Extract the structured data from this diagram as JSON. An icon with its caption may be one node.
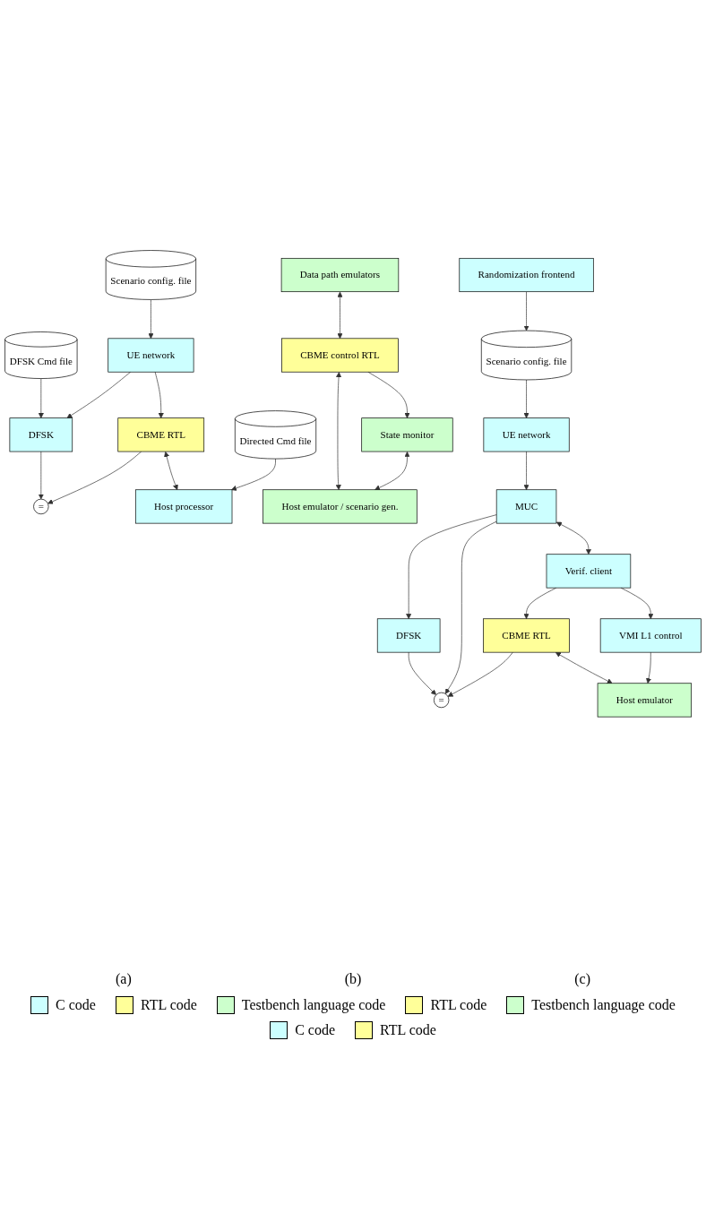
{
  "diagram": {
    "nodes": [
      {
        "text": [
          "DFSK Cmd file"
        ]
      },
      {
        "text": [
          "DFSK"
        ]
      },
      {
        "text": [
          "Scenario config. file"
        ]
      },
      {
        "text": [
          "UE network"
        ]
      },
      {
        "text": [
          "CBME RTL"
        ]
      },
      {
        "text": [
          "="
        ]
      },
      {
        "text": [
          "Host processor"
        ]
      },
      {
        "text": [
          "Directed Cmd file"
        ]
      },
      {
        "text": [
          "Data path emulators"
        ]
      },
      {
        "text": [
          "CBME control RTL"
        ]
      },
      {
        "text": [
          "State monitor"
        ]
      },
      {
        "text": [
          "Host emulator / scenario gen."
        ]
      },
      {
        "text": [
          "Randomization frontend"
        ]
      },
      {
        "text": [
          "DFSK"
        ]
      },
      {
        "text": [
          "Scenario config. file"
        ]
      },
      {
        "text": [
          "UE network"
        ]
      },
      {
        "text": [
          "MUC"
        ]
      },
      {
        "text": [
          "="
        ]
      },
      {
        "text": [
          "Verif. client"
        ]
      },
      {
        "text": [
          "CBME RTL"
        ]
      },
      {
        "text": [
          "Host emulator"
        ]
      },
      {
        "text": [
          "VMI L1 control"
        ]
      }
    ],
    "edges": [
      {
        "from": 0,
        "to": 1,
        "arrow": "to"
      },
      {
        "from": 2,
        "to": 3,
        "arrow": "to"
      },
      {
        "from": 3,
        "to": 1,
        "arrow": "to"
      },
      {
        "from": 3,
        "to": 4,
        "arrow": "to"
      },
      {
        "from": 1,
        "to": 5,
        "arrow": "to"
      },
      {
        "from": 4,
        "to": 5,
        "arrow": "to"
      },
      {
        "from": 4,
        "to": 6,
        "arrow": "both"
      },
      {
        "from": 7,
        "to": 6,
        "arrow": "to"
      },
      {
        "from": 8,
        "to": 9,
        "arrow": "both"
      },
      {
        "from": 9,
        "to": 10,
        "arrow": "to"
      },
      {
        "from": 9,
        "to": 11,
        "arrow": "both"
      },
      {
        "from": 10,
        "to": 11,
        "arrow": "both"
      },
      {
        "from": 12,
        "to": 14,
        "arrow": "to"
      },
      {
        "from": 14,
        "to": 15,
        "arrow": "to"
      },
      {
        "from": 15,
        "to": 16,
        "arrow": "to"
      },
      {
        "from": 16,
        "to": 13,
        "arrow": "to"
      },
      {
        "from": 13,
        "to": 17,
        "arrow": "to"
      },
      {
        "from": 16,
        "to": 17,
        "arrow": "to"
      },
      {
        "from": 19,
        "to": 17,
        "arrow": "to"
      },
      {
        "from": 16,
        "to": 18,
        "arrow": "both"
      },
      {
        "from": 18,
        "to": 19,
        "arrow": "to"
      },
      {
        "from": 19,
        "to": 20,
        "arrow": "both"
      },
      {
        "from": 21,
        "to": 20,
        "arrow": "to"
      },
      {
        "from": 18,
        "to": 21,
        "arrow": "to"
      }
    ],
    "labels": [
      "(a)",
      "(b)",
      "(c)"
    ],
    "legend": [
      {
        "text": "C code",
        "color": "#ccffff"
      },
      {
        "text": "RTL code",
        "color": "#ffff99"
      },
      {
        "text": "Testbench language code",
        "color": "#ccffcc"
      },
      {
        "text": "RTL code",
        "color": "#ffff99"
      },
      {
        "text": "Testbench language code",
        "color": "#ccffcc"
      },
      {
        "text": "C code",
        "color": "#ccffff"
      },
      {
        "text": "RTL code",
        "color": "#ffff99"
      }
    ]
  }
}
